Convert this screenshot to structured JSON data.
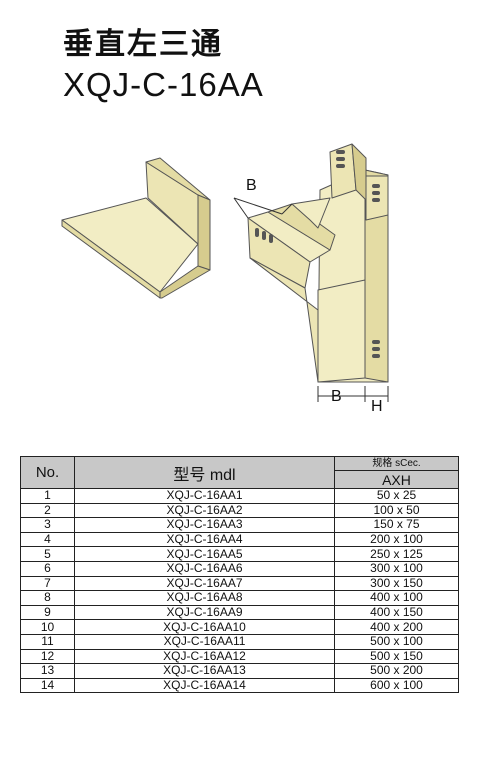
{
  "title": {
    "name_cn": "垂直左三通",
    "model_code": "XQJ-C-16AA"
  },
  "illustration": {
    "dim_b_top": "B",
    "dim_b_bottom": "B",
    "dim_h": "H"
  },
  "table": {
    "header_no": "No.",
    "header_model": "型号 mdl",
    "header_spec": "规格 sCec.",
    "header_axh": "AXH",
    "rows": [
      {
        "no": "1",
        "model": "XQJ-C-16AA1",
        "size": "50 x 25"
      },
      {
        "no": "2",
        "model": "XQJ-C-16AA2",
        "size": "100 x 50"
      },
      {
        "no": "3",
        "model": "XQJ-C-16AA3",
        "size": "150 x 75"
      },
      {
        "no": "4",
        "model": "XQJ-C-16AA4",
        "size": "200 x 100"
      },
      {
        "no": "5",
        "model": "XQJ-C-16AA5",
        "size": "250 x 125"
      },
      {
        "no": "6",
        "model": "XQJ-C-16AA6",
        "size": "300 x 100"
      },
      {
        "no": "7",
        "model": "XQJ-C-16AA7",
        "size": "300 x 150"
      },
      {
        "no": "8",
        "model": "XQJ-C-16AA8",
        "size": "400 x 100"
      },
      {
        "no": "9",
        "model": "XQJ-C-16AA9",
        "size": "400 x 150"
      },
      {
        "no": "10",
        "model": "XQJ-C-16AA10",
        "size": "400 x 200"
      },
      {
        "no": "11",
        "model": "XQJ-C-16AA11",
        "size": "500 x 100"
      },
      {
        "no": "12",
        "model": "XQJ-C-16AA12",
        "size": "500 x 150"
      },
      {
        "no": "13",
        "model": "XQJ-C-16AA13",
        "size": "500 x 200"
      },
      {
        "no": "14",
        "model": "XQJ-C-16AA14",
        "size": "600 x 100"
      }
    ]
  },
  "colors": {
    "tray_face": "#f2edc4",
    "tray_side": "#e4dca4",
    "tray_dark": "#d6cc8e",
    "header_bg": "#c8c8c8"
  }
}
